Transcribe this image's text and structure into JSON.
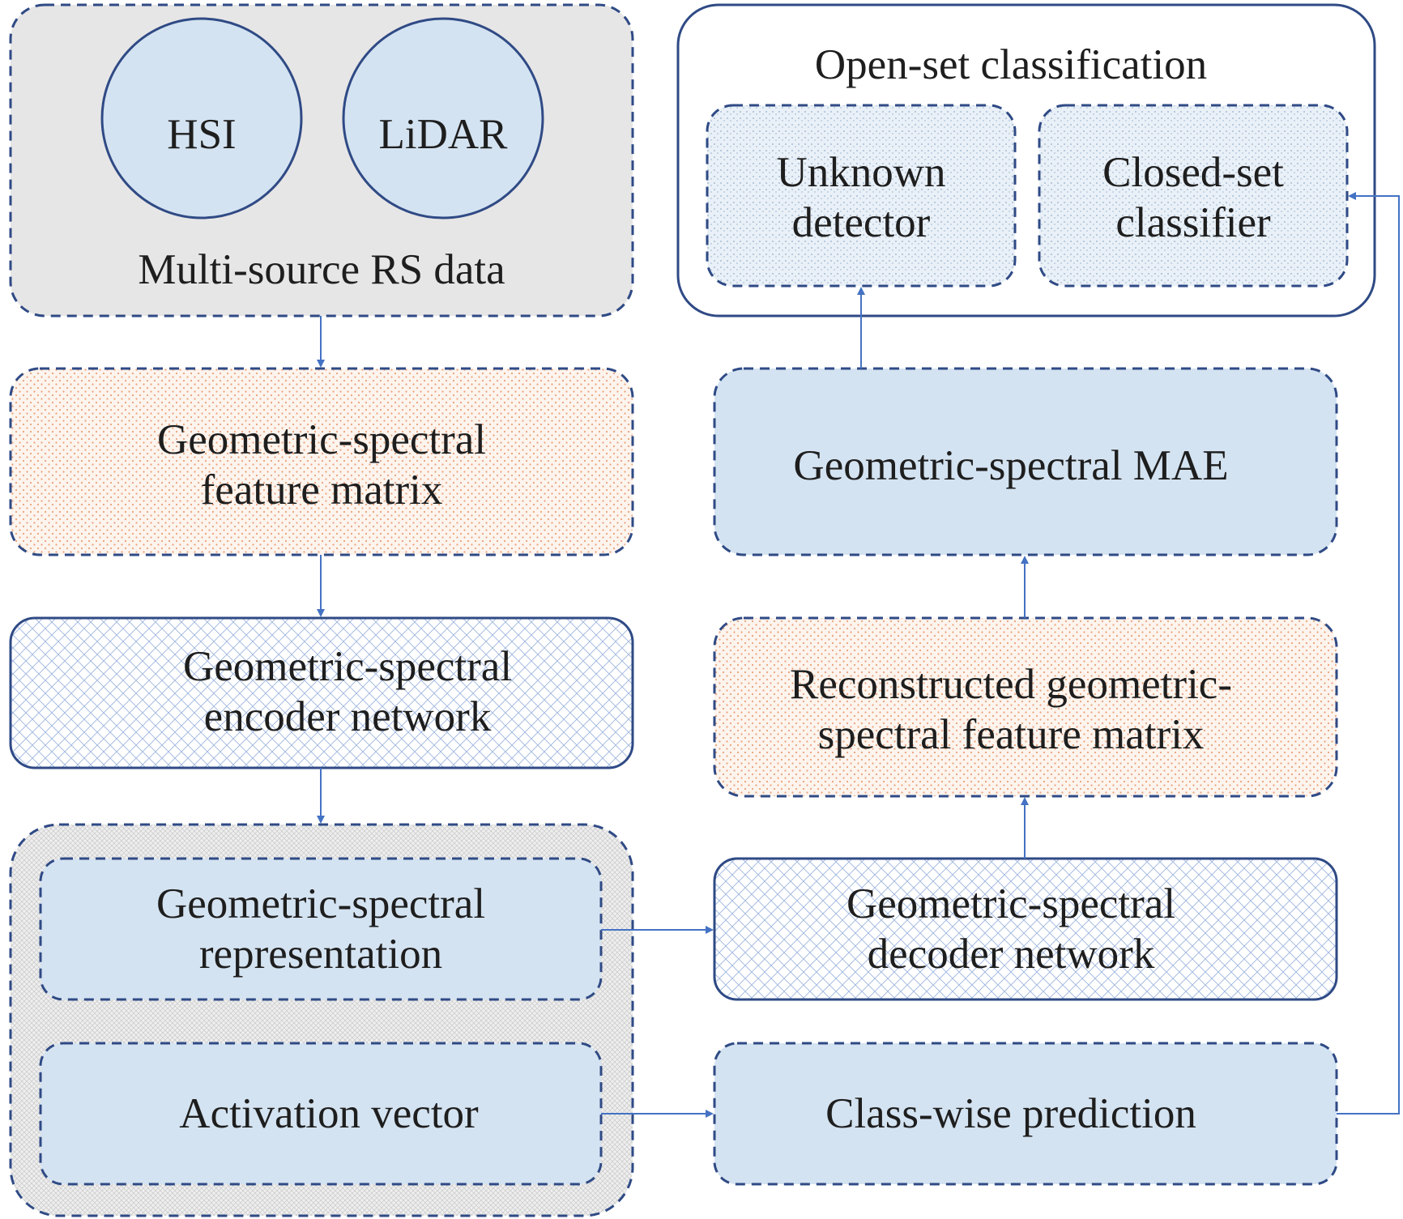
{
  "colors": {
    "stroke": "#2f4a85",
    "arrow": "#4472c4",
    "light_blue": "#d4e3f1",
    "light_gray": "#e7e6e6",
    "orange_dots": "#e8a27a",
    "crosshatch": "#9db5de"
  },
  "nodes": {
    "multi_source": {
      "label": "Multi-source RS data"
    },
    "hsi": {
      "label": "HSI"
    },
    "lidar": {
      "label": "LiDAR"
    },
    "feature_matrix": {
      "line1": "Geometric-spectral",
      "line2": "feature matrix"
    },
    "encoder": {
      "line1": "Geometric-spectral",
      "line2": "encoder network"
    },
    "representation": {
      "line1": "Geometric-spectral",
      "line2": "representation"
    },
    "activation": {
      "label": "Activation vector"
    },
    "open_set": {
      "label": "Open-set classification"
    },
    "unknown_detector": {
      "line1": "Unknown",
      "line2": "detector"
    },
    "closed_set": {
      "line1": "Closed-set",
      "line2": "classifier"
    },
    "mae": {
      "label": "Geometric-spectral MAE"
    },
    "reconstructed": {
      "line1": "Reconstructed geometric-",
      "line2": "spectral feature matrix"
    },
    "decoder": {
      "line1": "Geometric-spectral",
      "line2": "decoder network"
    },
    "classwise": {
      "label": "Class-wise prediction"
    }
  }
}
